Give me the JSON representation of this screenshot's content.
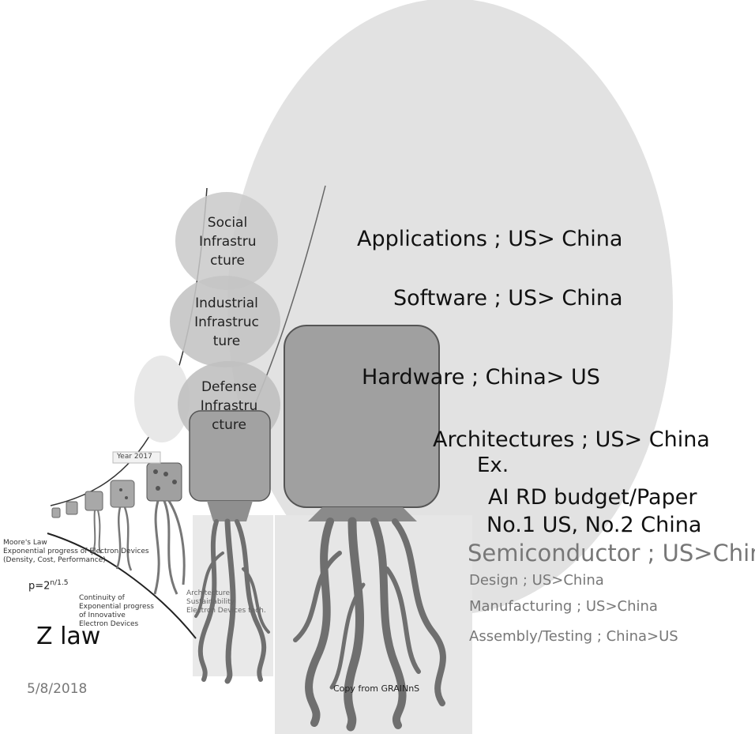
{
  "bubbles": {
    "social": [
      "Social",
      "Infrastru",
      "cture"
    ],
    "industrial": [
      "Industrial",
      "Infrastruc",
      "ture"
    ],
    "defense": [
      "Defense",
      "Infrastru",
      "cture"
    ]
  },
  "labels": {
    "year": "Year 2017",
    "moores_law": [
      "Moore's Law",
      "Exponential progress of Electron Devices",
      "(Density, Cost, Performance)"
    ],
    "formula_base": "p=2",
    "formula_exp": "n/1.5",
    "continuity": [
      "Continuity of",
      "Exponential progress",
      "of Innovative",
      "Electron Devices"
    ],
    "architecture_faint": [
      "Architecture",
      "Sustainability",
      "Electron Devices tech."
    ],
    "z_law": "Z law",
    "date": "5/8/2018",
    "copy": "Copy from GRAINnS"
  },
  "ranking": {
    "applications": "Applications ; US> China",
    "software": "Software ; US> China",
    "hardware": "Hardware ; China> US",
    "architectures": "Architectures  ; US> China",
    "ex": "Ex.",
    "ai_budget": "AI RD budget/Paper",
    "ai_rank": "No.1 US,   No.2 China",
    "semiconductor": "Semiconductor ; US>China",
    "design": "Design ; US>China",
    "manufacturing": "Manufacturing ; US>China",
    "assembly": "Assembly/Testing ; China>US"
  },
  "colors": {
    "egg": "#e2e2e2",
    "box": "#a2a2a2",
    "root": "#6f6f6f",
    "bubble": "#c9c9c9",
    "text_dark": "#111111",
    "text_grey": "#777777"
  }
}
